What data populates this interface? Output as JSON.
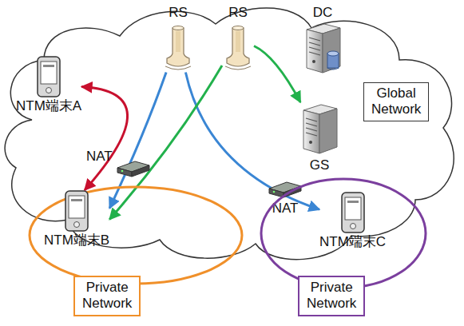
{
  "diagram": {
    "nodes": [
      {
        "text": [
          "Global Network"
        ]
      },
      {
        "text": [
          "NTM端末A"
        ],
        "in": 0
      },
      {
        "text": [
          "RS"
        ],
        "in": 0
      },
      {
        "text": [
          "RS"
        ],
        "in": 0
      },
      {
        "text": [
          "DC"
        ],
        "in": 0
      },
      {
        "text": [
          "GS"
        ],
        "in": 0
      },
      {
        "text": [
          "NAT"
        ],
        "in": 0
      },
      {
        "text": [
          "NAT"
        ],
        "in": 0
      },
      {
        "text": [
          "Private Network"
        ],
        "in": 0
      },
      {
        "text": [
          "NTM端末B"
        ],
        "in": 8
      },
      {
        "text": [
          "Private Network"
        ],
        "in": 0
      },
      {
        "text": [
          "NTM端末C"
        ],
        "in": 10
      }
    ],
    "edges": [
      {
        "from": 1,
        "to": 9,
        "arrow": "both"
      },
      {
        "from": 2,
        "to": 9,
        "arrow": "to"
      },
      {
        "from": 2,
        "to": 11,
        "arrow": "to"
      },
      {
        "from": 3,
        "to": 9,
        "arrow": "to"
      },
      {
        "from": 3,
        "to": 5,
        "arrow": "to"
      }
    ]
  }
}
